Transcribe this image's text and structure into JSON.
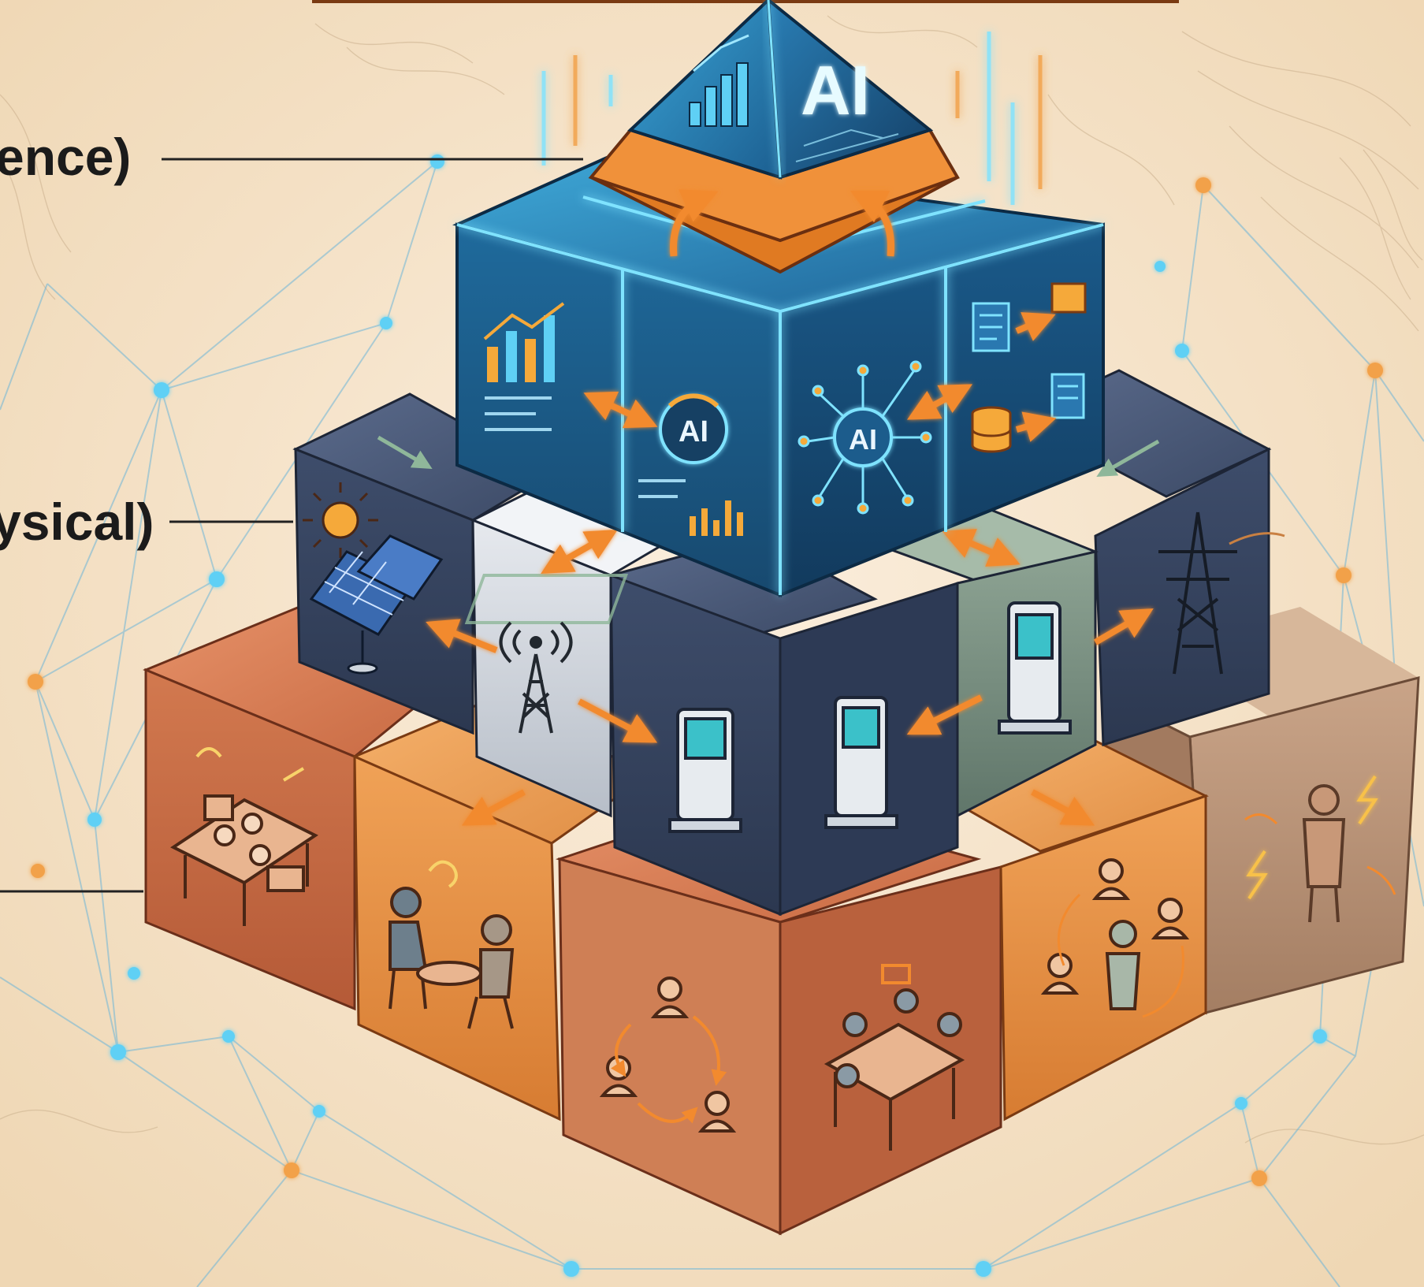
{
  "labels": {
    "top": "ence)",
    "middle": "ysical)",
    "bottom": ""
  },
  "badges": {
    "pyramid_ai": "AI",
    "cube_left_ai": "AI",
    "cube_right_ai": "AI"
  },
  "colors": {
    "background": "#f3e3c8",
    "cyan_glow": "#5fd0f5",
    "orange_accent": "#f28a2e",
    "top_layer": "#1f6fa5",
    "middle_layer": "#3a4a68",
    "bottom_layer": "#c46b45",
    "label_line": "#222222"
  },
  "icons": [
    "bar-chart-icon",
    "ai-chip-icon",
    "neural-network-icon",
    "database-icon",
    "document-icon",
    "folder-icon",
    "sun-icon",
    "solar-panel-icon",
    "radio-tower-icon",
    "kiosk-terminal-icon",
    "power-pylon-icon",
    "dining-table-icon",
    "conversation-people-icon",
    "community-cycle-icon",
    "meeting-table-icon",
    "group-network-icon",
    "energized-person-icon"
  ]
}
